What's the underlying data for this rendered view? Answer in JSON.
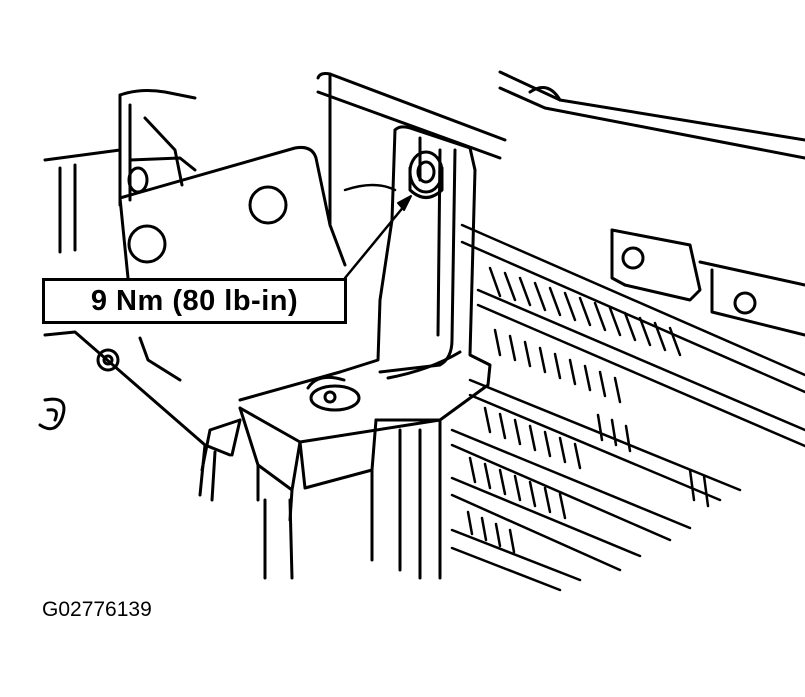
{
  "callout": {
    "torque": "9 Nm (80 lb-in)"
  },
  "figure": {
    "code": "G02776139"
  },
  "colors": {
    "line": "#000000",
    "background": "#ffffff"
  },
  "illustration": {
    "subject": "bracket-bolt-assembly"
  }
}
